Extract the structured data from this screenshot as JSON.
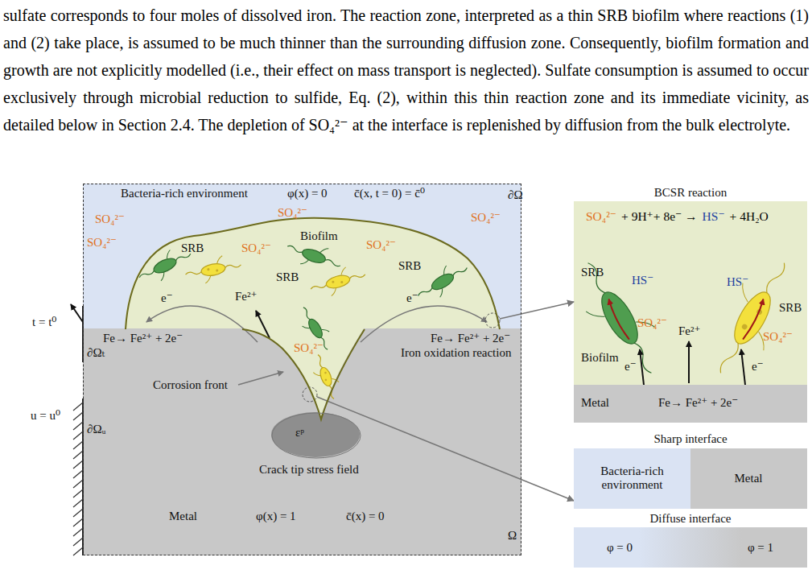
{
  "diagram": {
    "nodes": [
      {
        "text": [
          "∂Ω",
          "Ω"
        ]
      },
      {
        "text": [
          "Biofilm"
        ],
        "in": 0
      },
      {
        "text": [
          "εᵖ"
        ],
        "in": 0
      },
      {
        "text": [
          "BCSR reaction",
          "SO₄²⁻",
          "+ 9H⁺+ 8e⁻ →",
          "HS⁻",
          "+ 4H₂O"
        ]
      },
      {
        "text": [
          "Sharp interface"
        ]
      },
      {
        "text": [
          "Bacteria-rich environment"
        ],
        "in": 4
      },
      {
        "text": [
          "Metal"
        ],
        "in": 4
      },
      {
        "text": [
          "Diffuse interface",
          "φ = 0",
          "φ = 1"
        ]
      }
    ],
    "edges": [
      {
        "from": 1,
        "to": 3,
        "arrow": "to"
      },
      {
        "from": 1,
        "to": 4,
        "arrow": "to"
      }
    ],
    "labels": [
      "sulfate corresponds to four moles of dissolved iron. The reaction zone, interpreted as a thin SRB biofilm where reactions (1) and (2) take place, is assumed to be much thinner than the surrounding diffusion zone. Consequently, biofilm formation and growth are not explicitly modelled (i.e., their effect on mass transport is neglected). Sulfate consumption is assumed to occur exclusively through microbial reduction to sulfide, Eq. (2), within this thin reaction zone and its immediate vicinity, as detailed below in Section 2.4. The depletion of SO₄²⁻ at the interface is replenished by diffusion from the bulk electrolyte.",
      "Bacteria-rich environment",
      "φ(x) = 0",
      "c̄(x, t = 0) = c̄⁰",
      "SO₄²⁻",
      "SO₄²⁻",
      "SO₄²⁻",
      "SO₄²⁻",
      "SRB",
      "SO₄²⁻",
      "SO₄²⁻",
      "SRB",
      "SRB",
      "e⁻",
      "Fe²⁺",
      "e⁻",
      "t = t⁰",
      "∂Ωₜ",
      "Fe→ Fe²⁺ + 2e⁻",
      "SO₄²⁻",
      "Fe→ Fe²⁺ + 2e⁻",
      "Iron oxidation reaction",
      "Corrosion front",
      "u = u⁰",
      "∂Ωᵤ",
      "Crack tip stress field",
      "Metal",
      "φ(x) = 1",
      "c̄(x) = 0",
      "SRB",
      "HS⁻",
      "HS⁻",
      "SRB",
      "SO₄²⁻",
      "Fe²⁺",
      "SO₄²⁻",
      "Biofilm",
      "e⁻",
      "e⁻",
      "Metal",
      "Fe→ Fe²⁺ + 2e⁻"
    ]
  }
}
